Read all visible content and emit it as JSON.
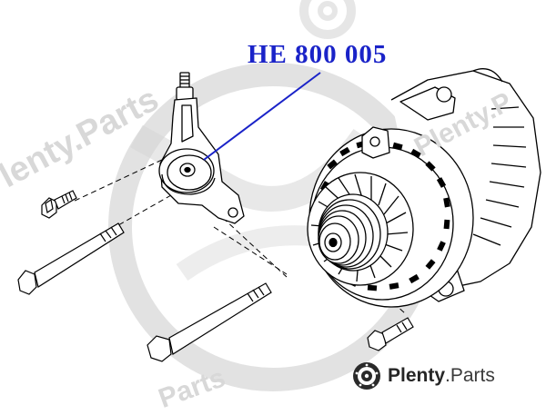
{
  "part_number": "HE 800 005",
  "brand": {
    "name": "Plenty",
    "suffix": ".Parts",
    "logo_icon": "brake-disc-icon"
  },
  "watermark": {
    "text_left": "Plenty.Parts",
    "text_right": "Plenty.P",
    "text_bottom": "Parts"
  },
  "colors": {
    "label": "#1a23c8",
    "line_art": "#000000",
    "watermark": "#d4d4d4"
  }
}
